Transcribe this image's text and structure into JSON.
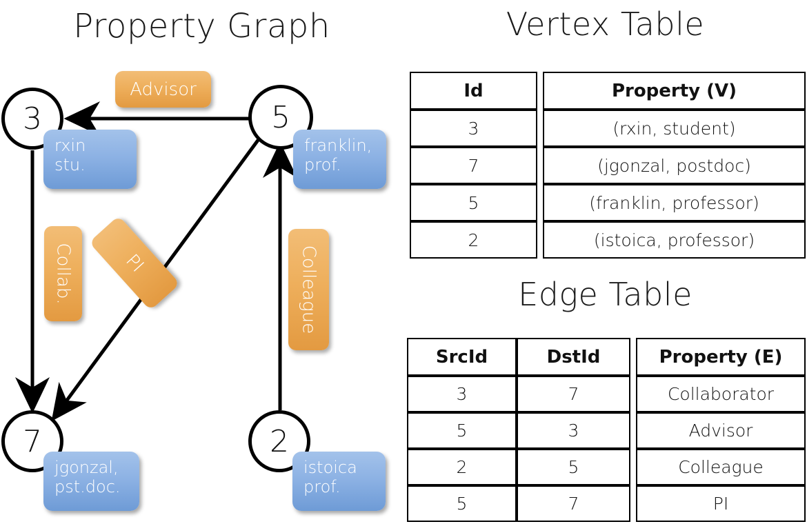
{
  "titles": {
    "property_graph": "Property Graph",
    "vertex_table": "Vertex Table",
    "edge_table": "Edge Table"
  },
  "colors": {
    "node_blue_top": "#a3c2ea",
    "node_blue_bottom": "#6e9bd6",
    "edge_orange_top": "#f2bd76",
    "edge_orange_bottom": "#e39a41",
    "table_blue_fill": "#d4dff1",
    "table_orange_fill": "#f8ddc0",
    "stroke": "#000000"
  },
  "graph": {
    "nodes": [
      {
        "id": "3",
        "property_line1": "rxin",
        "property_line2": "stu."
      },
      {
        "id": "5",
        "property_line1": "franklin,",
        "property_line2": "prof."
      },
      {
        "id": "7",
        "property_line1": "jgonzal,",
        "property_line2": "pst.doc."
      },
      {
        "id": "2",
        "property_line1": "istoica",
        "property_line2": "prof."
      }
    ],
    "edge_labels": [
      {
        "text": "Advisor",
        "from": "5",
        "to": "3"
      },
      {
        "text": "Collab.",
        "from": "3",
        "to": "7"
      },
      {
        "text": "PI",
        "from": "5",
        "to": "7"
      },
      {
        "text": "Colleague",
        "from": "2",
        "to": "5"
      }
    ]
  },
  "vertex_table": {
    "headers": [
      "Id",
      "Property (V)"
    ],
    "rows": [
      {
        "id": "3",
        "property": "(rxin, student)"
      },
      {
        "id": "7",
        "property": "(jgonzal, postdoc)"
      },
      {
        "id": "5",
        "property": "(franklin, professor)"
      },
      {
        "id": "2",
        "property": "(istoica, professor)"
      }
    ]
  },
  "edge_table": {
    "headers": [
      "SrcId",
      "DstId",
      "Property (E)"
    ],
    "rows": [
      {
        "src": "3",
        "dst": "7",
        "property": "Collaborator"
      },
      {
        "src": "5",
        "dst": "3",
        "property": "Advisor"
      },
      {
        "src": "2",
        "dst": "5",
        "property": "Colleague"
      },
      {
        "src": "5",
        "dst": "7",
        "property": "PI"
      }
    ]
  }
}
